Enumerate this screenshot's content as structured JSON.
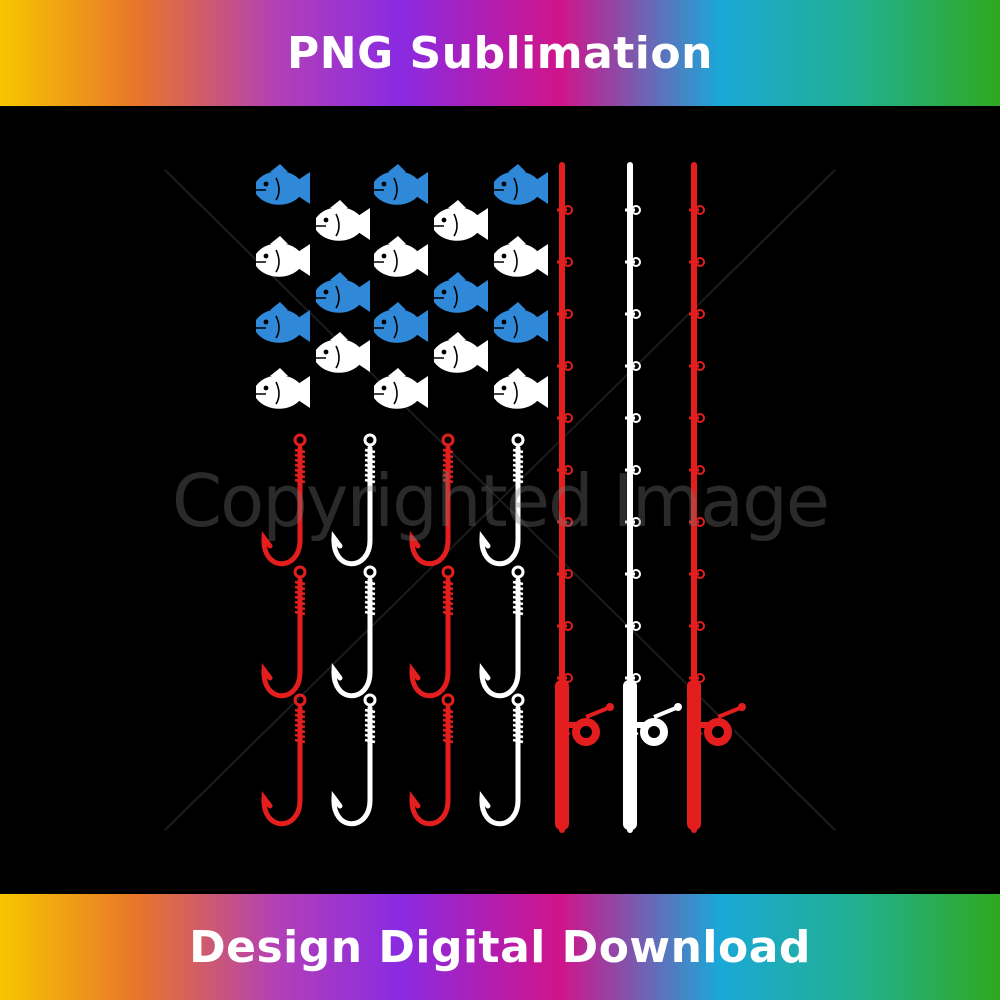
{
  "banner_top": {
    "text": "PNG Sublimation"
  },
  "banner_bottom": {
    "text": "Design Digital Download"
  },
  "watermark": {
    "text": "Copyrighted Image"
  },
  "design": {
    "colors": {
      "blue": "#2f88d8",
      "white": "#ffffff",
      "red": "#e41e1e",
      "background": "#000000"
    },
    "fish_rows": [
      [
        "blue",
        "blue",
        "blue"
      ],
      [
        "white",
        "white"
      ],
      [
        "white",
        "white",
        "white"
      ],
      [
        "blue",
        "blue"
      ],
      [
        "blue",
        "blue",
        "blue"
      ],
      [
        "white",
        "white"
      ],
      [
        "white",
        "white",
        "white"
      ]
    ],
    "hook_grid": [
      [
        "red",
        "white",
        "red",
        "white"
      ],
      [
        "red",
        "white",
        "red",
        "white"
      ],
      [
        "red",
        "white",
        "red",
        "white"
      ]
    ],
    "rods": [
      "red",
      "white",
      "red"
    ]
  }
}
